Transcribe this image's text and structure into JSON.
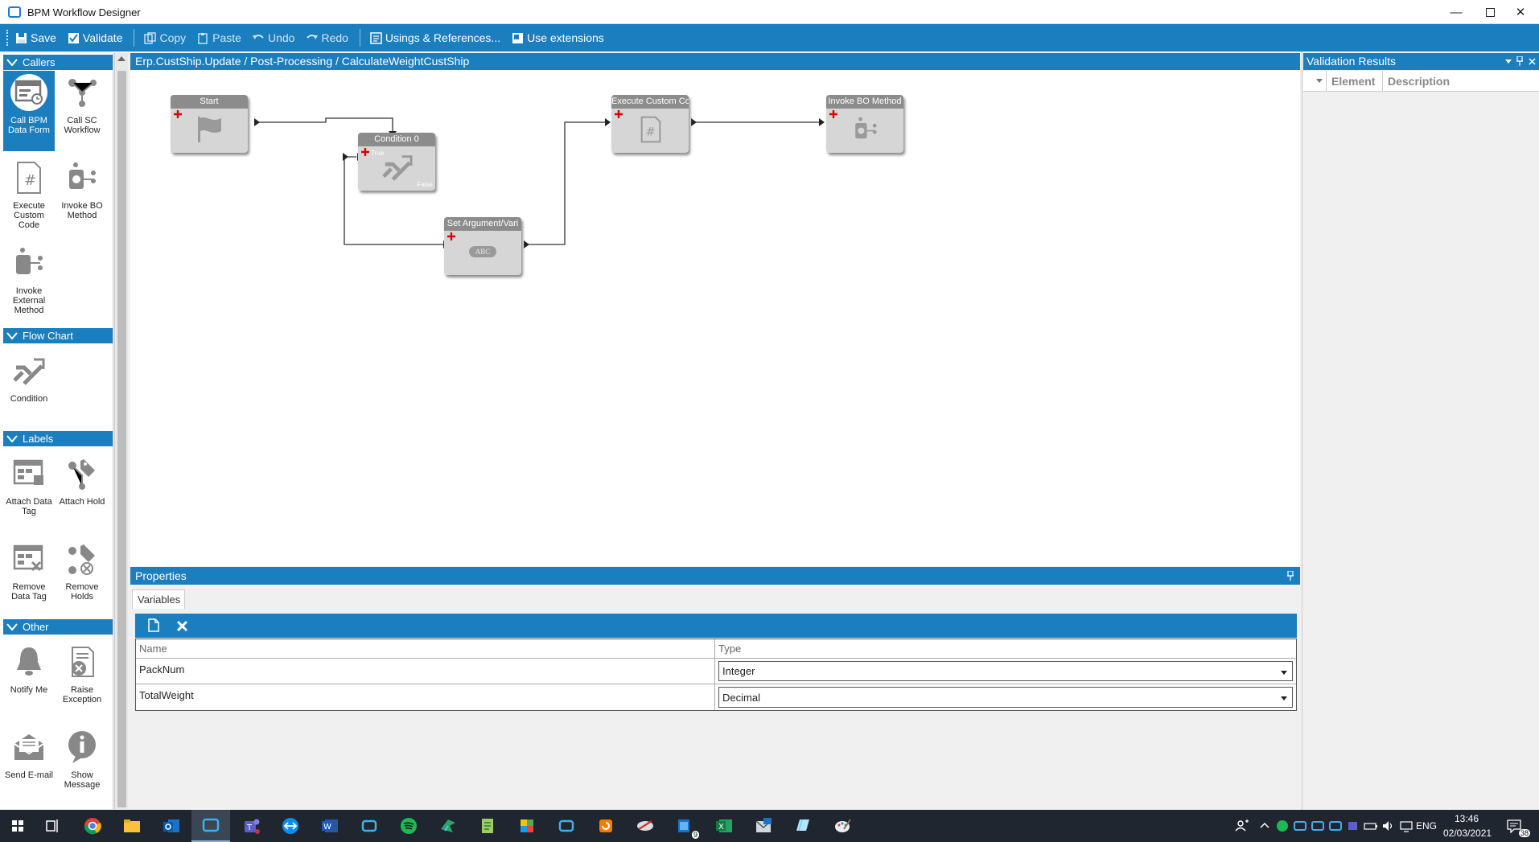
{
  "window": {
    "title": "BPM Workflow Designer"
  },
  "toolbar": {
    "save": "Save",
    "validate": "Validate",
    "copy": "Copy",
    "paste": "Paste",
    "undo": "Undo",
    "redo": "Redo",
    "usings": "Usings & References...",
    "extensions": "Use extensions"
  },
  "palette": {
    "sections": [
      {
        "title": "Callers"
      },
      {
        "title": "Flow Chart"
      },
      {
        "title": "Labels"
      },
      {
        "title": "Other"
      }
    ],
    "items": {
      "call_bpm": "Call BPM Data Form",
      "call_sc": "Call SC Workflow",
      "exec_custom": "Execute Custom Code",
      "invoke_bo": "Invoke BO Method",
      "invoke_ext": "Invoke External Method",
      "condition": "Condition",
      "attach_tag": "Attach Data Tag",
      "attach_hold": "Attach Hold",
      "remove_tag": "Remove Data Tag",
      "remove_holds": "Remove Holds",
      "notify": "Notify Me",
      "raise": "Raise Exception",
      "email": "Send E-mail",
      "message": "Show Message"
    }
  },
  "breadcrumb": "Erp.CustShip.Update / Post-Processing / CalculateWeightCustShip",
  "canvas": {
    "nodes": {
      "start": "Start",
      "condition": "Condition 0",
      "condition_true": "True",
      "condition_false": "False",
      "set_arg": "Set Argument/Vari",
      "set_arg_icon_text": "ABC",
      "exec_custom": "Execute Custom Co",
      "invoke_bo": "Invoke BO Method"
    }
  },
  "properties": {
    "title": "Properties",
    "tab": "Variables",
    "columns": {
      "name": "Name",
      "type": "Type"
    },
    "rows": [
      {
        "name": "PackNum",
        "type": "Integer"
      },
      {
        "name": "TotalWeight",
        "type": "Decimal"
      }
    ]
  },
  "validation": {
    "title": "Validation Results",
    "columns": {
      "element": "Element",
      "description": "Description"
    }
  },
  "taskbar": {
    "lang": "ENG",
    "time": "13:46",
    "date": "02/03/2021",
    "notif_count": "38",
    "badge_9": "9"
  }
}
